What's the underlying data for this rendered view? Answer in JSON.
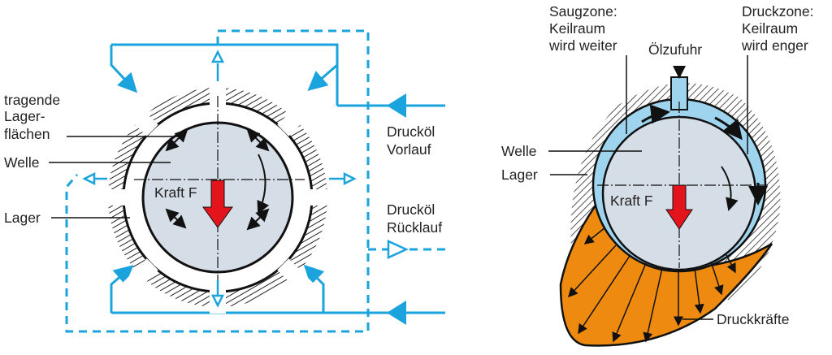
{
  "left_diagram": {
    "title": "Hydrostatic bearing",
    "labels": {
      "tragende_1": "tragende",
      "tragende_2": "Lager-",
      "tragende_3": "flächen",
      "welle": "Welle",
      "lager": "Lager",
      "kraft": "Kraft F",
      "vorlauf_1": "Drucköl",
      "vorlauf_2": "Vorlauf",
      "ruecklauf_1": "Drucköl",
      "ruecklauf_2": "Rücklauf"
    }
  },
  "right_diagram": {
    "title": "Hydrodynamic bearing",
    "labels": {
      "saug_1": "Saugzone:",
      "saug_2": "Keilraum",
      "saug_3": "wird weiter",
      "oel": "Ölzufuhr",
      "druck_1": "Druckzone:",
      "druck_2": "Keilraum",
      "druck_3": "wird enger",
      "welle": "Welle",
      "lager": "Lager",
      "kraft": "Kraft F",
      "druckkraefte": "Druckkräfte"
    }
  },
  "colors": {
    "oil_blue": "#1aa3dc",
    "shaft_gray": "#d5dde6",
    "oil_film": "#9fd4ef",
    "force_red": "#e3141b",
    "pressure_orange": "#ee8a10"
  }
}
